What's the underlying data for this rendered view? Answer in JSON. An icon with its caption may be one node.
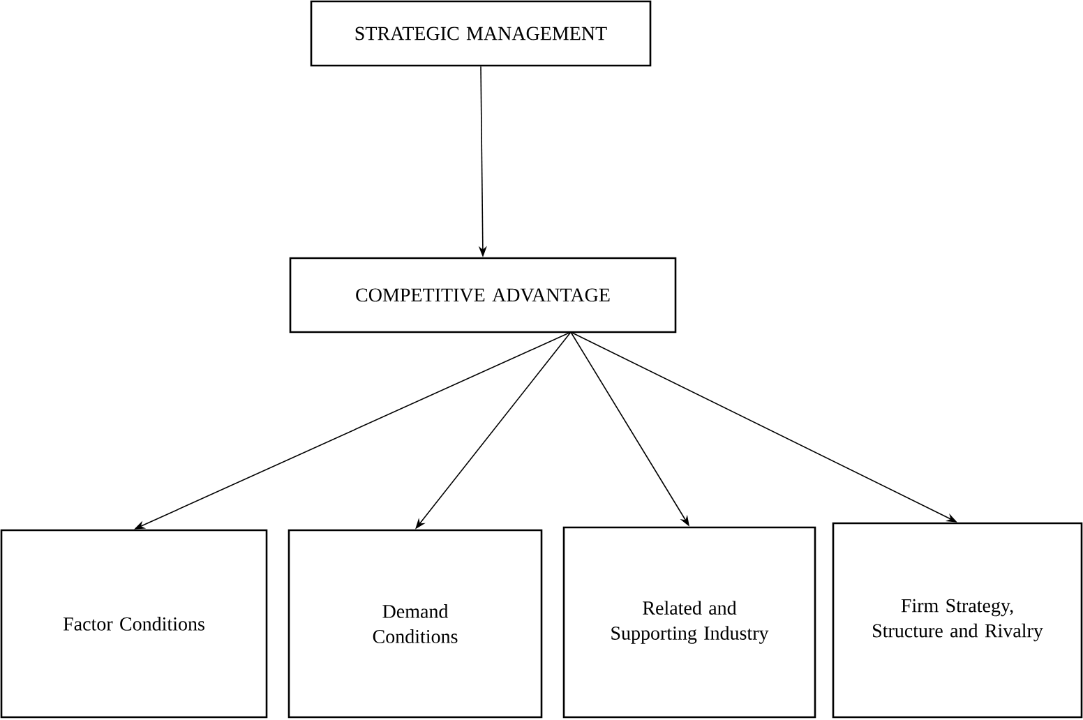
{
  "diagram": {
    "nodes": [
      {
        "text": [
          "STRATEGIC MANAGEMENT"
        ]
      },
      {
        "text": [
          "COMPETITIVE ADVANTAGE"
        ]
      },
      {
        "text": [
          "Factor Conditions"
        ]
      },
      {
        "text": [
          "Demand Conditions"
        ]
      },
      {
        "text": [
          "Related and Supporting Industry"
        ]
      },
      {
        "text": [
          "Firm Strategy, Structure and Rivalry"
        ]
      }
    ],
    "edges": [
      {
        "from": 0,
        "to": 1,
        "arrow": "to"
      },
      {
        "from": 1,
        "to": 2,
        "arrow": "to"
      },
      {
        "from": 1,
        "to": 3,
        "arrow": "to"
      },
      {
        "from": 1,
        "to": 4,
        "arrow": "to"
      },
      {
        "from": 1,
        "to": 5,
        "arrow": "to"
      }
    ]
  }
}
